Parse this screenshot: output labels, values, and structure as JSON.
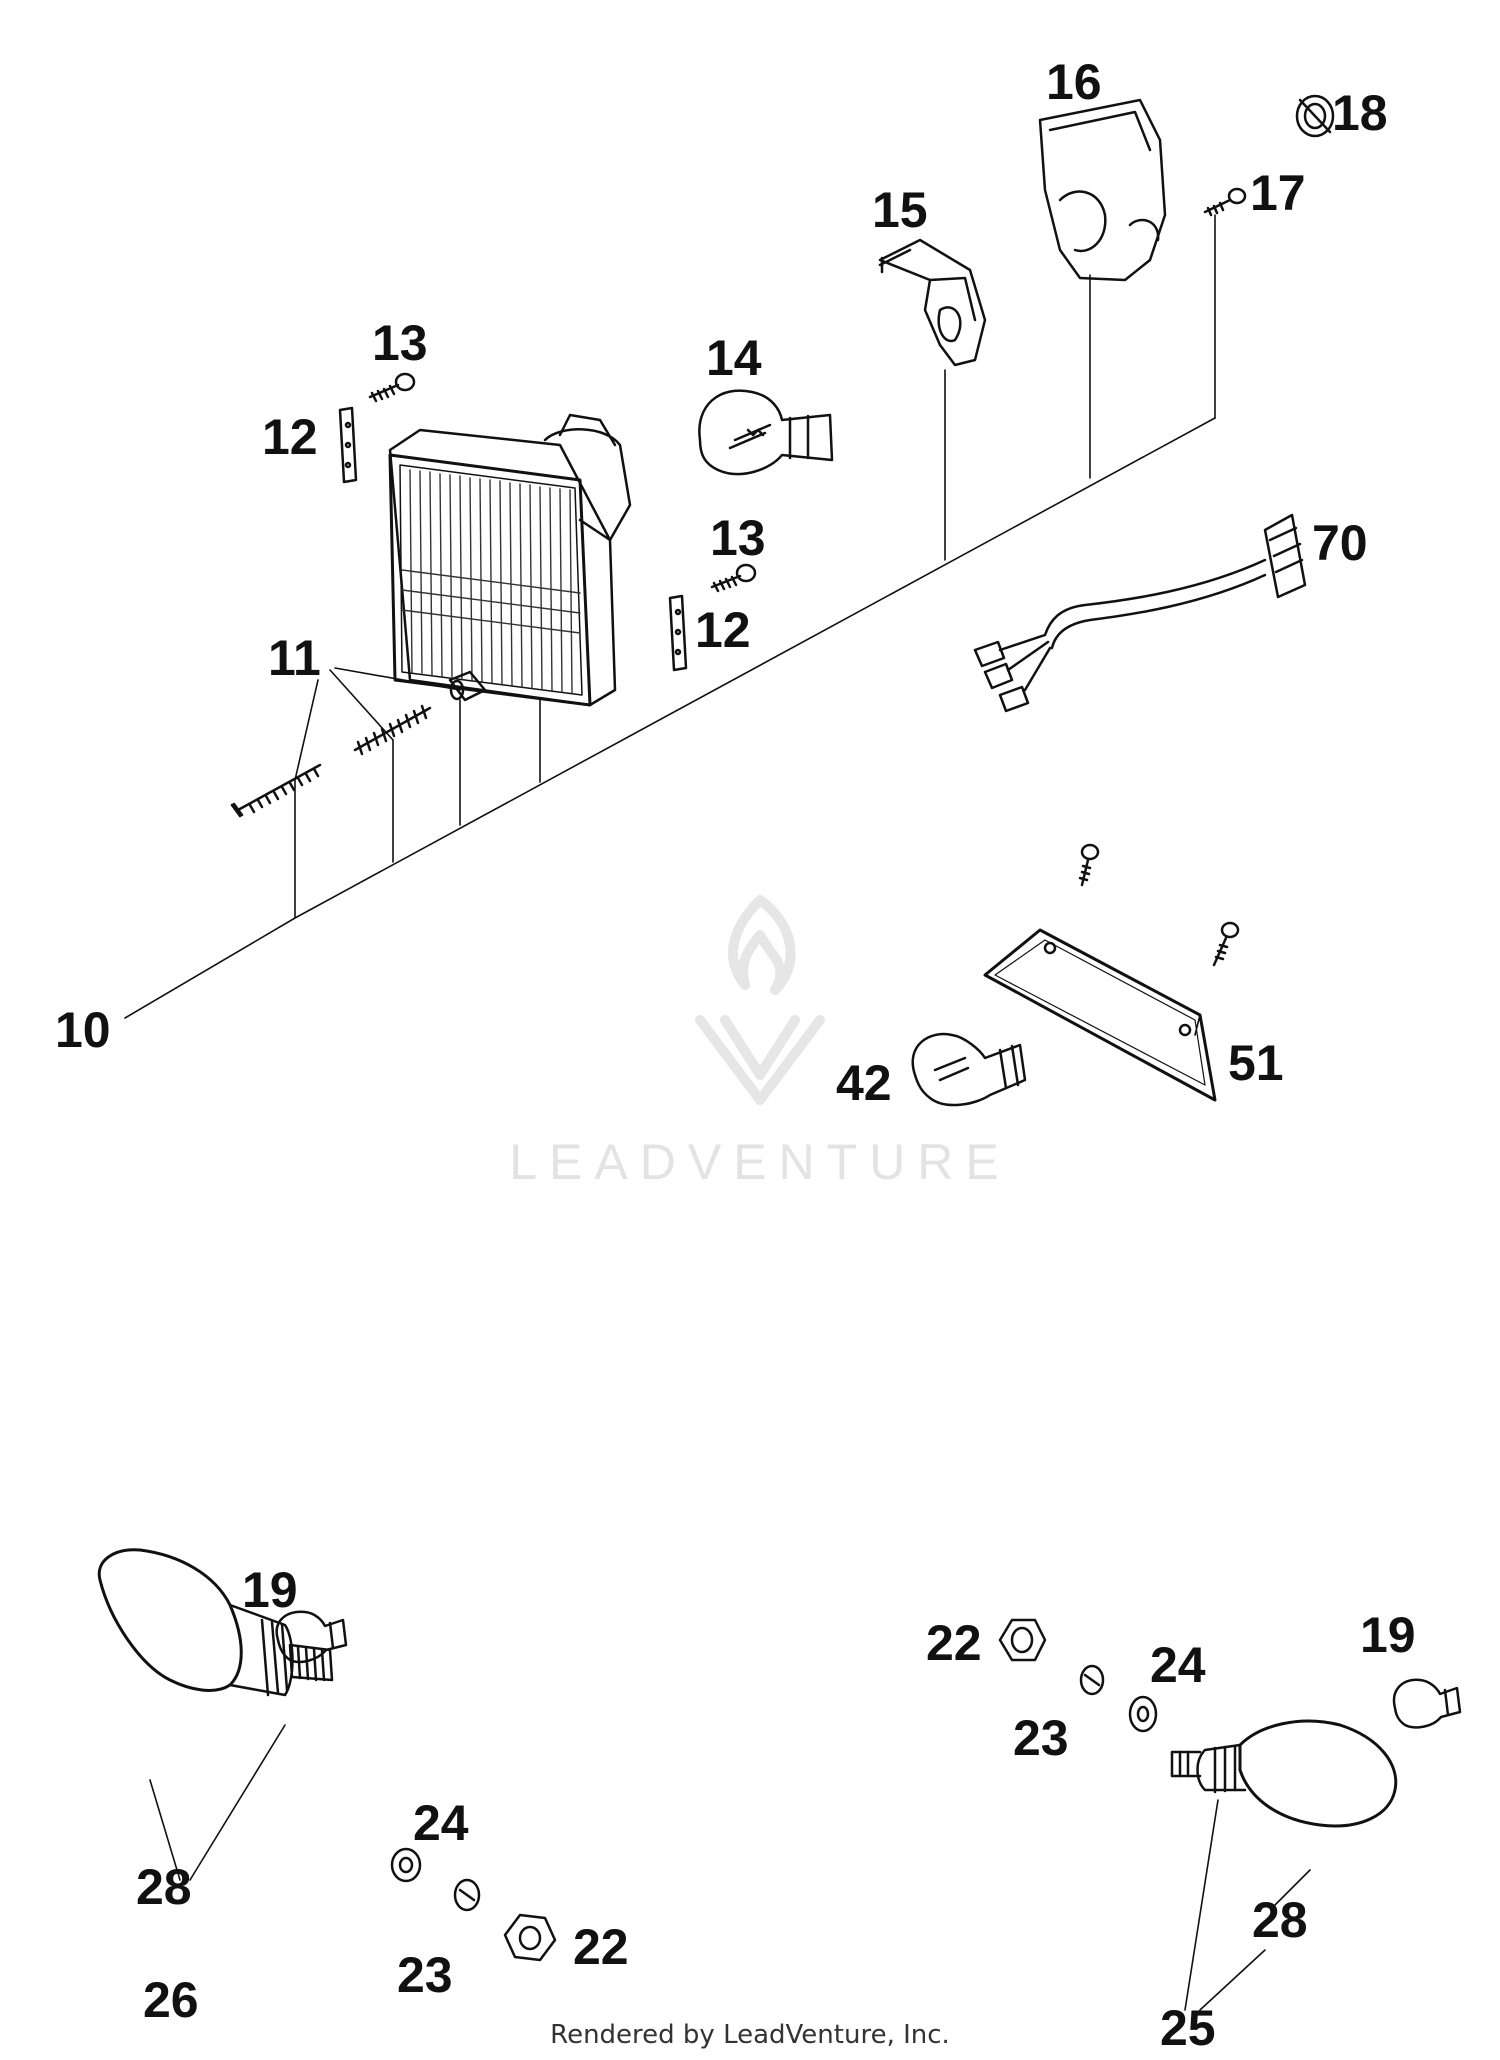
{
  "callouts": {
    "c10": "10",
    "c11": "11",
    "c12a": "12",
    "c12b": "12",
    "c13a": "13",
    "c13b": "13",
    "c14": "14",
    "c15": "15",
    "c16": "16",
    "c17": "17",
    "c18": "18",
    "c70": "70",
    "c42": "42",
    "c51": "51",
    "c19a": "19",
    "c19b": "19",
    "c22a": "22",
    "c22b": "22",
    "c23a": "23",
    "c23b": "23",
    "c24a": "24",
    "c24b": "24",
    "c25": "25",
    "c26": "26",
    "c28a": "28",
    "c28b": "28"
  },
  "watermark": "LEADVENTURE",
  "footer": "Rendered by LeadVenture, Inc.",
  "colors": {
    "line": "#111111",
    "watermark": "#e3e3e3"
  }
}
